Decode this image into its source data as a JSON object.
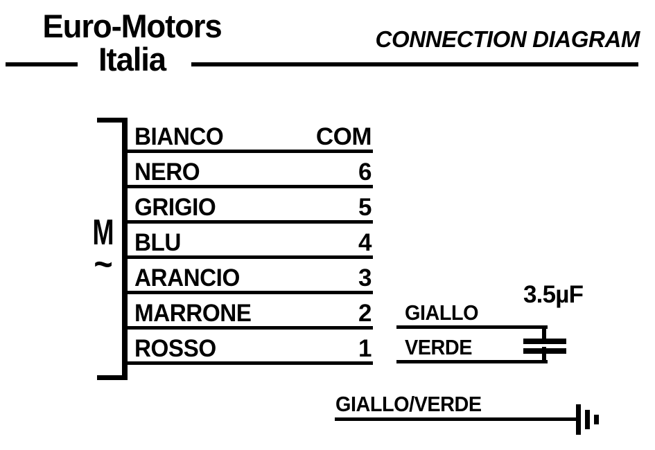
{
  "header": {
    "brand_line1": "Euro-Motors",
    "brand_line2": "Italia",
    "title": "CONNECTION DIAGRAM"
  },
  "motor": {
    "symbol": "M",
    "current_type": "~"
  },
  "terminals": [
    {
      "wire": "BIANCO",
      "terminal": "COM"
    },
    {
      "wire": "NERO",
      "terminal": "6"
    },
    {
      "wire": "GRIGIO",
      "terminal": "5"
    },
    {
      "wire": "BLU",
      "terminal": "4"
    },
    {
      "wire": "ARANCIO",
      "terminal": "3"
    },
    {
      "wire": "MARRONE",
      "terminal": "2"
    },
    {
      "wire": "ROSSO",
      "terminal": "1"
    }
  ],
  "capacitor": {
    "value": "3.5µF",
    "wire_top": "GIALLO",
    "wire_bottom": "VERDE"
  },
  "ground": {
    "wire": "GIALLO/VERDE"
  },
  "colors": {
    "ink": "#000000",
    "background": "#ffffff"
  }
}
